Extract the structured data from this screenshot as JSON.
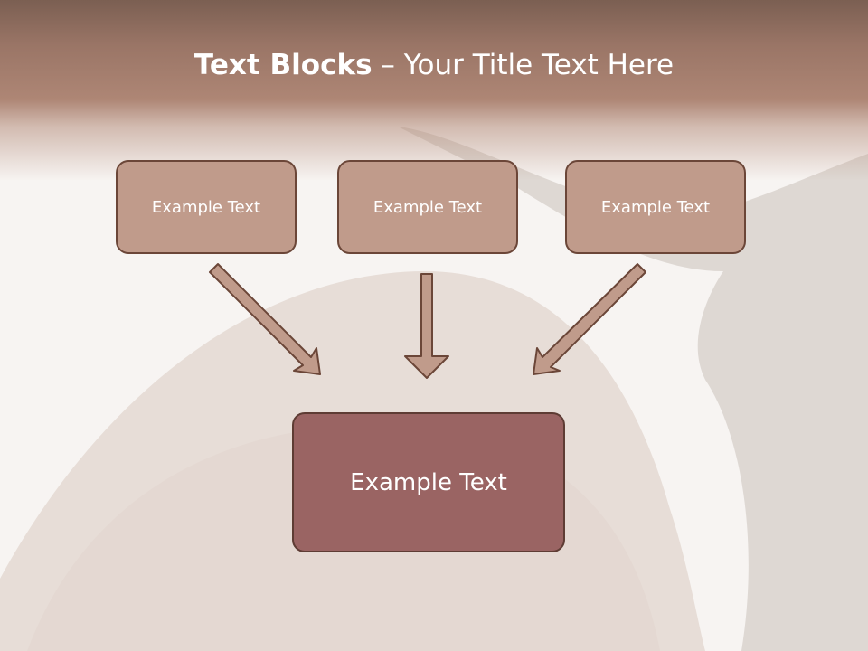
{
  "title": {
    "bold": "Text Blocks",
    "rest": " – Your Title Text Here"
  },
  "blocks": [
    {
      "label": "Example Text"
    },
    {
      "label": "Example Text"
    },
    {
      "label": "Example Text"
    }
  ],
  "result": {
    "label": "Example Text"
  },
  "colors": {
    "header": "#9a7566",
    "block_fill": "#c09b8b",
    "block_border": "#6b4638",
    "result_fill": "#9a6463",
    "arrow_fill": "#c09b8b"
  }
}
